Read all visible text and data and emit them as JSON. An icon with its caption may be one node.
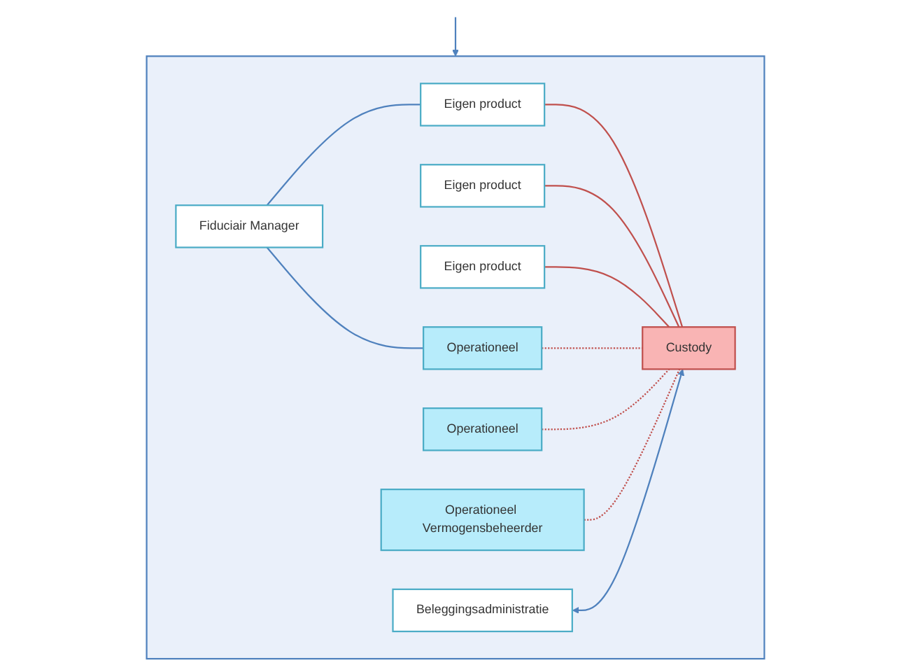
{
  "diagram": {
    "nodes": [
      {
        "text": [],
        "shape": "box"
      },
      {
        "text": [
          "Fiduciair Manager"
        ],
        "in": 0
      },
      {
        "text": [
          "Eigen product"
        ],
        "in": 0
      },
      {
        "text": [
          "Eigen product"
        ],
        "in": 0
      },
      {
        "text": [
          "Eigen product"
        ],
        "in": 0
      },
      {
        "text": [
          "Operationeel"
        ],
        "in": 0
      },
      {
        "text": [
          "Operationeel"
        ],
        "in": 0
      },
      {
        "text": [
          "Operationeel Vermogensbeheerder"
        ],
        "in": 0
      },
      {
        "text": [
          "Custody"
        ],
        "in": 0
      },
      {
        "text": [
          "Beleggingsadministratie"
        ],
        "in": 0
      }
    ],
    "edges": [
      {
        "from": null,
        "to": 0,
        "arrow": "to",
        "color": "#4f81bd"
      },
      {
        "from": 1,
        "to": 2,
        "arrow": "none",
        "color": "#4f81bd"
      },
      {
        "from": 1,
        "to": 5,
        "arrow": "none",
        "color": "#4f81bd"
      },
      {
        "from": 2,
        "to": 8,
        "arrow": "none"
      },
      {
        "from": 3,
        "to": 8,
        "arrow": "none"
      },
      {
        "from": 4,
        "to": 8,
        "arrow": "none"
      },
      {
        "from": 5,
        "to": 8,
        "arrow": "none",
        "style": "dashed"
      },
      {
        "from": 6,
        "to": 8,
        "arrow": "none",
        "style": "dashed"
      },
      {
        "from": 7,
        "to": 8,
        "arrow": "none",
        "style": "dashed"
      },
      {
        "from": 9,
        "to": 8,
        "arrow": "both",
        "color": "#4f81bd"
      }
    ]
  }
}
